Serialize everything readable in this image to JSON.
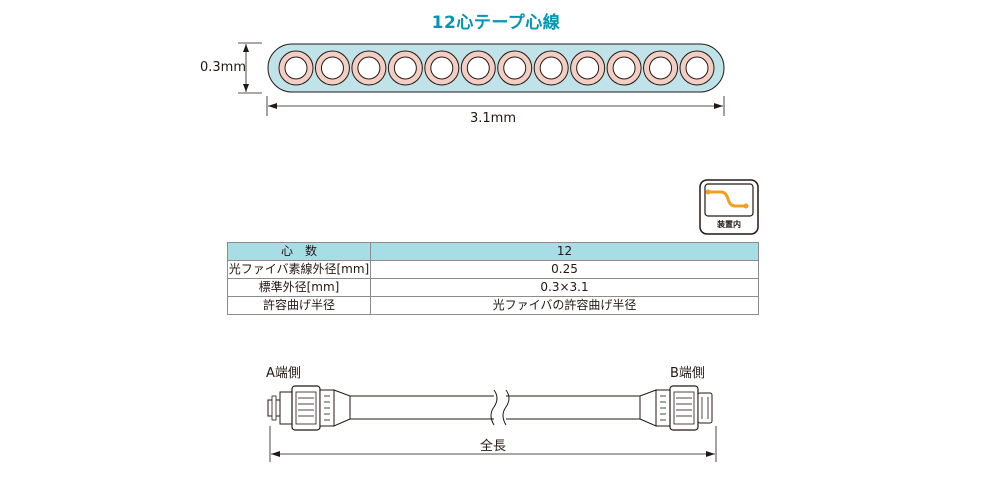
{
  "title": "12心テープ心線",
  "ribbon": {
    "fiber_count": 12,
    "height_label": "0.3mm",
    "width_label": "3.1mm",
    "colors": {
      "ribbon_fill": "#bfe3e8",
      "fiber_ring": "#f3cfc3",
      "fiber_core": "#ffffff"
    }
  },
  "badge": {
    "label": "装置内",
    "icon": "indoor-routing-icon",
    "accent": "#f0a020"
  },
  "table": {
    "header": {
      "key": "心　数",
      "value": "12"
    },
    "rows": [
      {
        "key": "光ファイバ素線外径[mm]",
        "value": "0.25"
      },
      {
        "key": "標準外径[mm]",
        "value": "0.3×3.1"
      },
      {
        "key": "許容曲げ半径",
        "value": "光ファイバの許容曲げ半径"
      }
    ],
    "header_color": "#a7dde4"
  },
  "cable": {
    "end_a": "A端側",
    "end_b": "B端側",
    "length_label": "全長"
  }
}
